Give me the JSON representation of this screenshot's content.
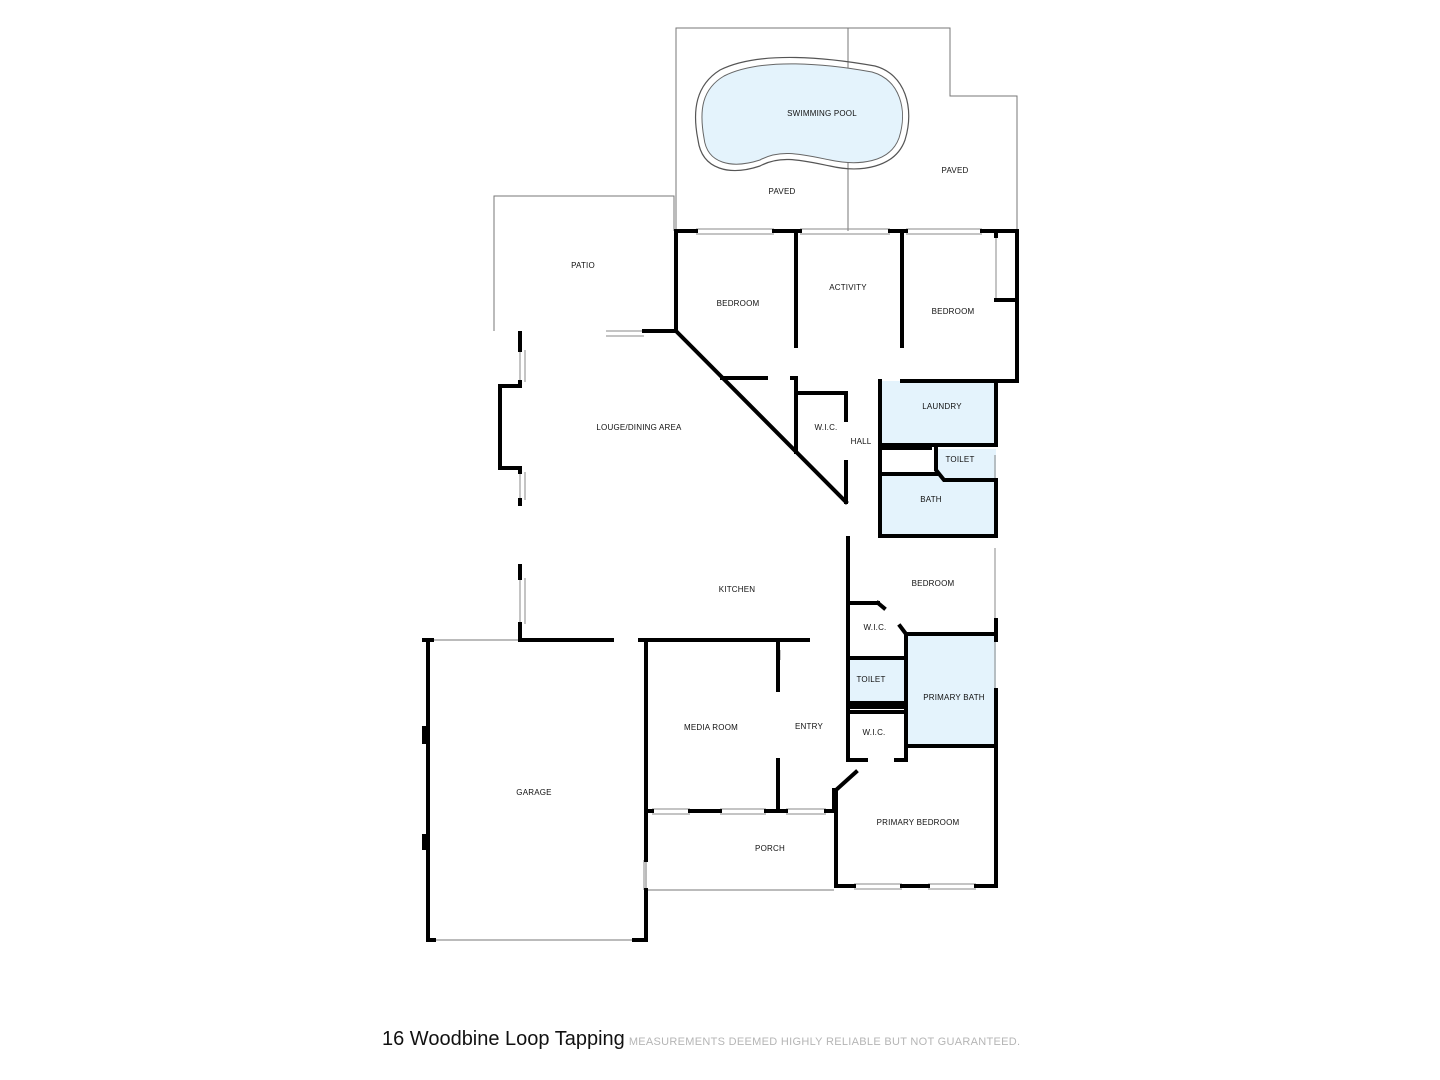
{
  "plan": {
    "colors": {
      "wall": "#000000",
      "thin_wall": "#777777",
      "wet_area": "#e4f3fc",
      "pool": "#e4f3fc"
    },
    "rooms": {
      "swimming_pool": "SWIMMING POOL",
      "paved_left": "PAVED",
      "paved_right": "PAVED",
      "patio": "PATIO",
      "bedroom_1": "BEDROOM",
      "activity": "ACTIVITY",
      "bedroom_2": "BEDROOM",
      "laundry": "LAUNDRY",
      "wic_hall": "W.I.C.",
      "hall": "HALL",
      "toilet_1": "TOILET",
      "bath": "BATH",
      "lounge_dining": "LOUGE/DINING AREA",
      "kitchen": "KITCHEN",
      "bedroom_3": "BEDROOM",
      "wic_bedroom": "W.I.C.",
      "toilet_2": "TOILET",
      "primary_bath": "PRIMARY BATH",
      "wic_primary": "W.I.C.",
      "media_room": "MEDIA ROOM",
      "entry": "ENTRY",
      "garage": "GARAGE",
      "porch": "PORCH",
      "primary_bedroom": "PRIMARY BEDROOM"
    }
  },
  "footer": {
    "address": "16 Woodbine Loop Tapping",
    "disclaimer": "MEASUREMENTS DEEMED HIGHLY RELIABLE BUT NOT GUARANTEED."
  }
}
